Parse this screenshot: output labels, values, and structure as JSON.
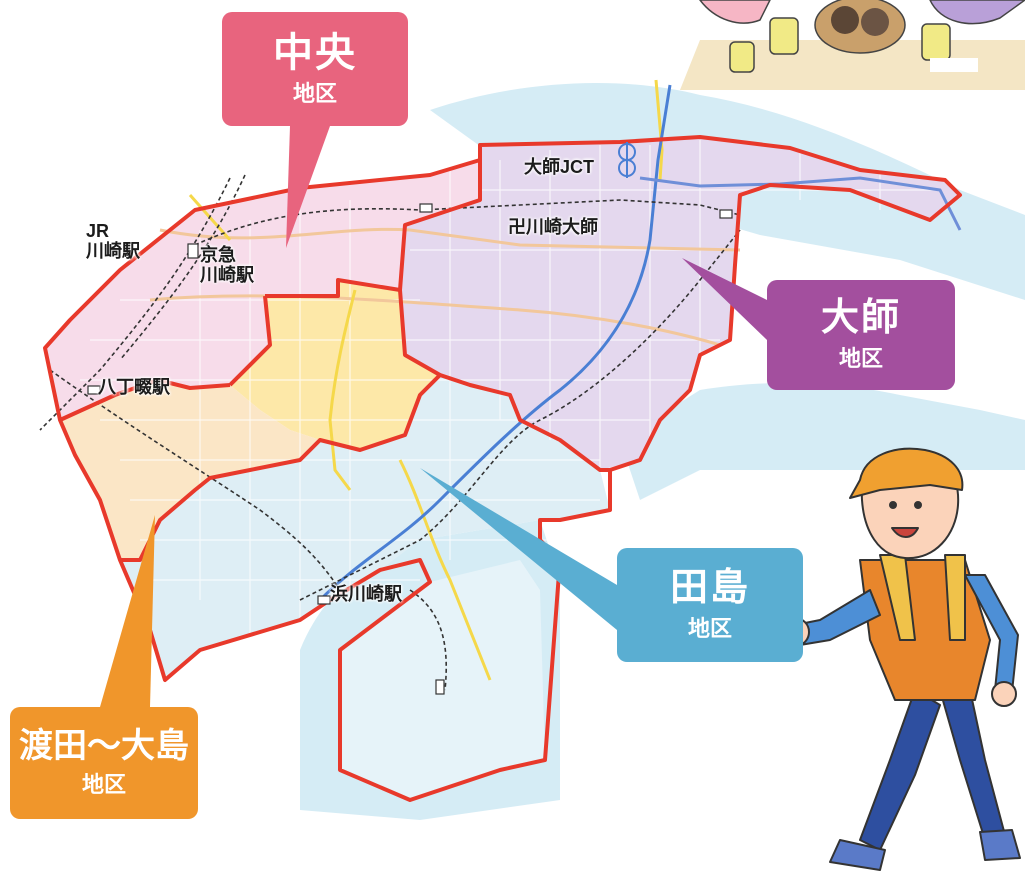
{
  "colors": {
    "chuo": "#e8647e",
    "daishi": "#a34f9e",
    "tajima": "#5aaed2",
    "watarida_oshima": "#f0962b",
    "district_border": "#e8392b",
    "sea": "#d5ecf5",
    "fill_chuo": "#f7dcea",
    "fill_daishi": "#e4d8ee",
    "fill_tajima": "#deeef5",
    "fill_watarida": "#fbe6c6",
    "fill_core": "#fde8a8"
  },
  "districts": [
    {
      "key": "chuo",
      "name": "中央",
      "suffix": "地区"
    },
    {
      "key": "daishi",
      "name": "大師",
      "suffix": "地区"
    },
    {
      "key": "tajima",
      "name": "田島",
      "suffix": "地区"
    },
    {
      "key": "watarida_oshima",
      "name": "渡田～大島",
      "suffix": "地区"
    }
  ],
  "places": {
    "jr_kawasaki": "JR\n川崎駅",
    "keikyu_kawasaki": "京急\n川崎駅",
    "hatchonawate": "八丁畷駅",
    "daishi_jct": "大師JCT",
    "kawasaki_daishi": "卍川崎大師",
    "hama_kawasaki": "浜川崎駅"
  },
  "icons": [
    "daishi-jct-icon",
    "temple-icon",
    "walking-man-illustration",
    "people-at-table-illustration"
  ]
}
